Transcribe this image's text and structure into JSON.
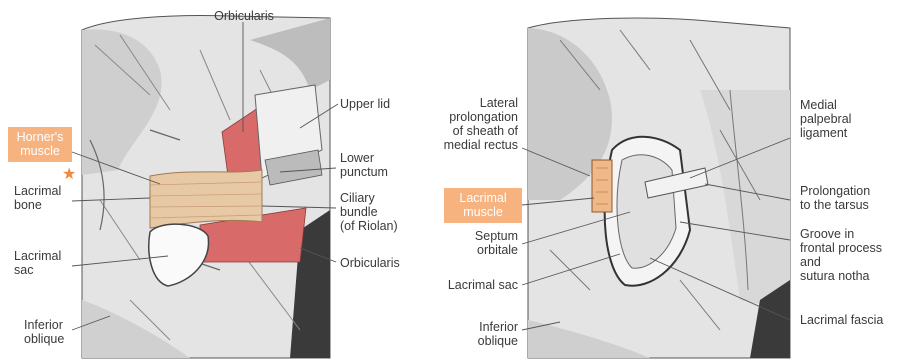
{
  "colors": {
    "highlight": "#f6b27f",
    "star": "#f08a3c",
    "muscle": "#d86a6a",
    "tendon": "#e8c9a6",
    "bone": "#e6e6e6",
    "shadow": "#3a3a3a"
  },
  "left_figure": {
    "labels": {
      "orbicularis_top": "Orbicularis",
      "upper_lid": "Upper lid",
      "horners_muscle": "Horner's\nmuscle",
      "lower_punctum": "Lower\npunctum",
      "lacrimal_bone": "Lacrimal\nbone",
      "ciliary_bundle": "Ciliary\nbundle\n(of Riolan)",
      "lacrimal_sac": "Lacrimal\nsac",
      "orbicularis_bottom": "Orbicularis",
      "inferior_oblique": "Inferior\noblique"
    },
    "star_icon": "★"
  },
  "right_figure": {
    "labels": {
      "lateral_prolongation": "Lateral\nprolongation\nof sheath of\nmedial rectus",
      "medial_palpebral_ligament": "Medial\npalpebral\nligament",
      "lacrimal_muscle": "Lacrimal\nmuscle",
      "prolongation_tarsus": "Prolongation\nto the tarsus",
      "septum_orbitale": "Septum\norbitale",
      "groove_frontal": "Groove in\nfrontal process\nand\nsutura notha",
      "lacrimal_sac": "Lacrimal sac",
      "inferior_oblique": "Inferior\noblique",
      "lacrimal_fascia": "Lacrimal fascia"
    }
  }
}
